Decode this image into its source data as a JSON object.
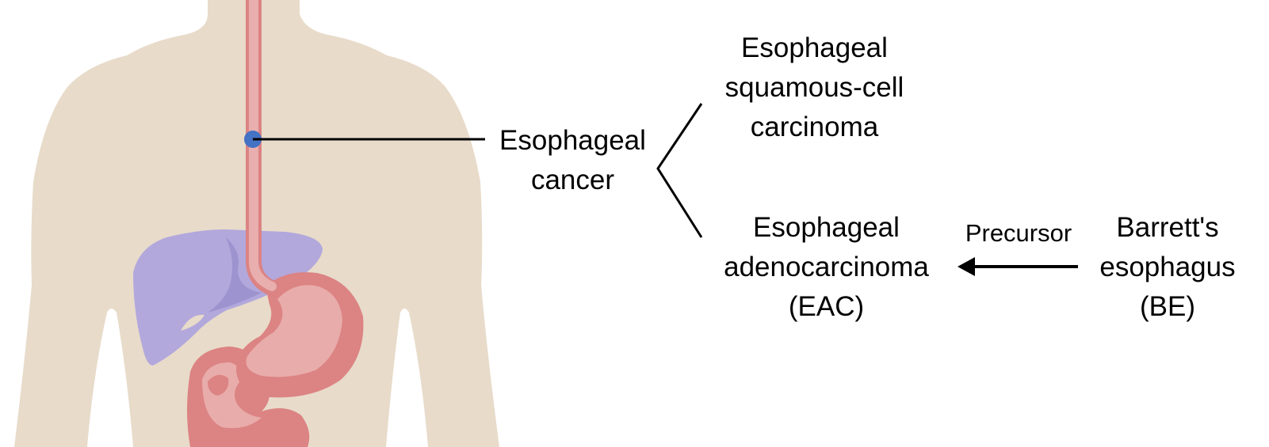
{
  "diagram": {
    "esophageal_cancer": [
      "Esophageal",
      "cancer"
    ],
    "squamous_cell": [
      "Esophageal",
      "squamous-cell",
      "carcinoma"
    ],
    "adenocarcinoma": [
      "Esophageal",
      "adenocarcinoma",
      "(EAC)"
    ],
    "barretts": [
      "Barrett's",
      "esophagus",
      "(BE)"
    ],
    "precursor_label": "Precursor"
  },
  "colors": {
    "body": "#e8dbca",
    "liver": "#b2a8dc",
    "stomach_outer": "#dc8383",
    "stomach_inner": "#e8acaa",
    "esophagus": "#e9aeae",
    "tumor": "#4472c4",
    "line": "#000000"
  }
}
